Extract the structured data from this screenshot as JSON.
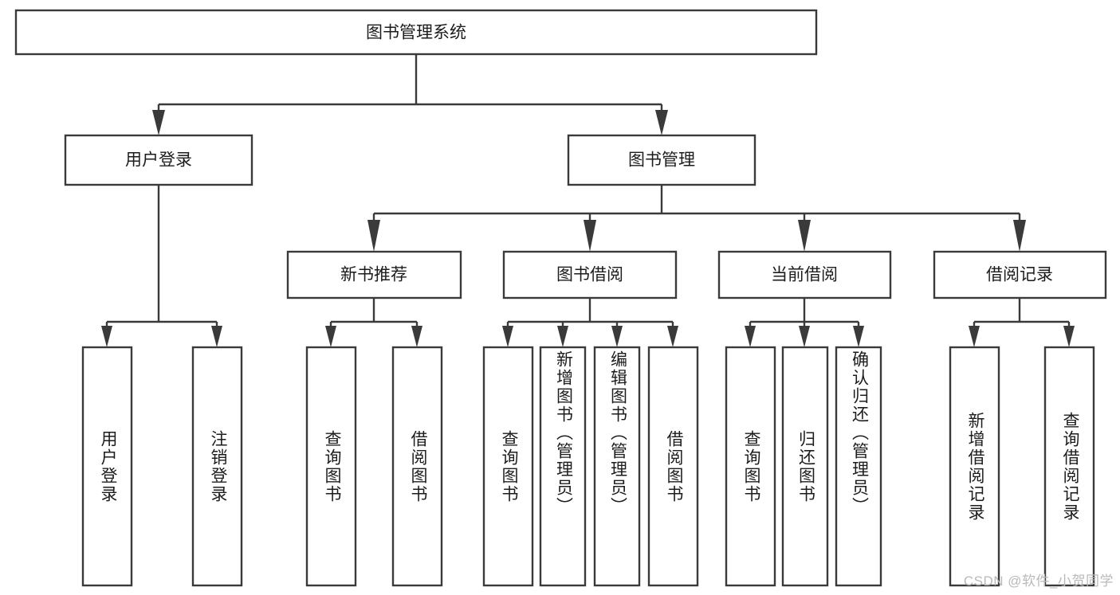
{
  "diagram": {
    "type": "tree",
    "title": "图书管理系统",
    "orientation": "top-down",
    "colors": {
      "box_stroke": "#3a3a3a",
      "box_fill": "#ffffff",
      "text": "#1c1c1c",
      "connector": "#3a3a3a",
      "watermark": "#b9b9b9",
      "background": "#ffffff"
    },
    "watermark": "CSDN @软件_小贺同学",
    "levels": [
      {
        "level": 1,
        "nodes": [
          {
            "id": "root",
            "label": "图书管理系统",
            "orientation": "horizontal"
          }
        ]
      },
      {
        "level": 2,
        "nodes": [
          {
            "id": "login",
            "label": "用户登录",
            "orientation": "horizontal",
            "parent": "root"
          },
          {
            "id": "bookmgmt",
            "label": "图书管理",
            "orientation": "horizontal",
            "parent": "root"
          }
        ]
      },
      {
        "level": 3,
        "nodes": [
          {
            "id": "newbook",
            "label": "新书推荐",
            "orientation": "horizontal",
            "parent": "bookmgmt"
          },
          {
            "id": "borrow",
            "label": "图书借阅",
            "orientation": "horizontal",
            "parent": "bookmgmt"
          },
          {
            "id": "current",
            "label": "当前借阅",
            "orientation": "horizontal",
            "parent": "bookmgmt"
          },
          {
            "id": "records",
            "label": "借阅记录",
            "orientation": "horizontal",
            "parent": "bookmgmt"
          }
        ]
      },
      {
        "level": 4,
        "nodes": [
          {
            "id": "leaf-user-login",
            "label": "用户登录",
            "orientation": "vertical",
            "parent": "login"
          },
          {
            "id": "leaf-user-logout",
            "label": "注销登录",
            "orientation": "vertical",
            "parent": "login"
          },
          {
            "id": "leaf-query-book-1",
            "label": "查询图书",
            "orientation": "vertical",
            "parent": "newbook"
          },
          {
            "id": "leaf-borrow-book-1",
            "label": "借阅图书",
            "orientation": "vertical",
            "parent": "newbook"
          },
          {
            "id": "leaf-query-book-2",
            "label": "查询图书",
            "orientation": "vertical",
            "parent": "borrow"
          },
          {
            "id": "leaf-add-book",
            "label": "新增图书（管理员）",
            "orientation": "vertical",
            "parent": "borrow"
          },
          {
            "id": "leaf-edit-book",
            "label": "编辑图书（管理员）",
            "orientation": "vertical",
            "parent": "borrow"
          },
          {
            "id": "leaf-borrow-book-2",
            "label": "借阅图书",
            "orientation": "vertical",
            "parent": "borrow"
          },
          {
            "id": "leaf-query-book-3",
            "label": "查询图书",
            "orientation": "vertical",
            "parent": "current"
          },
          {
            "id": "leaf-return-book",
            "label": "归还图书",
            "orientation": "vertical",
            "parent": "current"
          },
          {
            "id": "leaf-confirm-return",
            "label": "确认归还（管理员）",
            "orientation": "vertical",
            "parent": "current"
          },
          {
            "id": "leaf-add-record",
            "label": "新增借阅记录",
            "orientation": "vertical",
            "parent": "records"
          },
          {
            "id": "leaf-query-record",
            "label": "查询借阅记录",
            "orientation": "vertical",
            "parent": "records"
          }
        ]
      }
    ]
  }
}
